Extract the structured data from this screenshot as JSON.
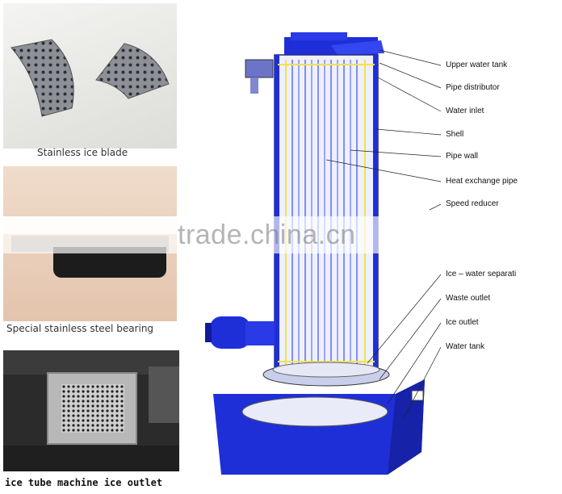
{
  "panels": {
    "blade_caption": "Stainless ice blade",
    "bearing_caption": "Special stainless steel bearing",
    "outlet_caption": "ice tube machine ice outlet"
  },
  "diagram": {
    "labels": [
      "Upper water tank",
      "Pipe distributor",
      "Water inlet",
      "Shell",
      "Pipe wall",
      "Heat exchange pipe",
      "Speed reducer",
      "Ice – water separati",
      "Waste outlet",
      "Ice outlet",
      "Water tank"
    ]
  },
  "watermark": "trade.china.cn",
  "colors": {
    "machine_blue": "#1f2fd8",
    "pipe_yellow": "#f2e24a",
    "caption_text": "#333333"
  }
}
